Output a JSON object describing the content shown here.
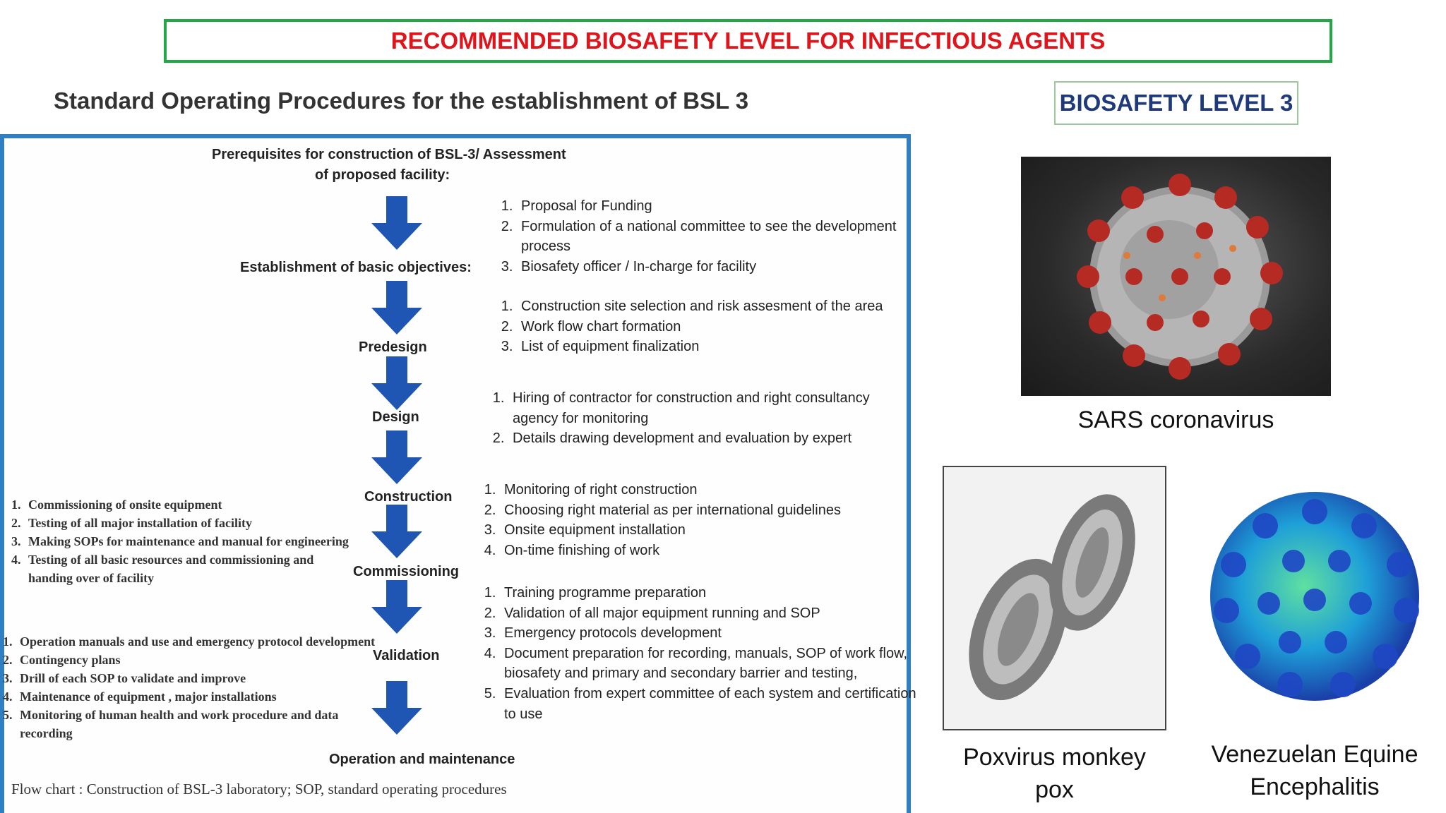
{
  "header": {
    "title": "RECOMMENDED BIOSAFETY LEVEL FOR INFECTIOUS AGENTS",
    "subtitle": "Standard Operating Procedures for the establishment of BSL 3",
    "level_badge": "BIOSAFETY LEVEL 3"
  },
  "flowchart": {
    "top_title_line1": "Prerequisites for construction of BSL-3/ Assessment",
    "top_title_line2": "of proposed facility:",
    "stages": [
      "Establishment of basic objectives:",
      "Predesign",
      "Design",
      "Construction",
      "Commissioning",
      "Validation",
      "Operation and maintenance"
    ],
    "objectives_list": [
      "Proposal for Funding",
      "Formulation of a national committee to see the development process",
      "Biosafety officer / In-charge for facility"
    ],
    "predesign_list": [
      "Construction site selection and risk assesment of the area",
      "Work flow chart formation",
      "List of equipment finalization"
    ],
    "design_list": [
      "Hiring of contractor for construction and right consultancy agency for monitoring",
      "Details drawing development and evaluation by expert"
    ],
    "construction_list": [
      "Monitoring of right construction",
      "Choosing right material as per international guidelines",
      "Onsite equipment installation",
      "On-time finishing of work"
    ],
    "commissioning_list": [
      "Commissioning of onsite equipment",
      "Testing of all major installation of facility",
      "Making SOPs for maintenance and manual for engineering",
      "Testing of all basic resources and commissioning and handing over of facility"
    ],
    "validation_list": [
      "Training programme preparation",
      "Validation of all major equipment running and SOP",
      "Emergency protocols development",
      "Document preparation for recording, manuals, SOP of work flow, biosafety and primary and secondary barrier and testing,",
      "Evaluation from expert committee of each system and certification to use"
    ],
    "operation_list": [
      "Operation manuals and use and emergency protocol development",
      "Contingency plans",
      "Drill of each SOP to validate and improve",
      "Maintenance of equipment , major installations",
      "Monitoring of human health and work procedure and data recording"
    ],
    "caption": "Flow chart : Construction of BSL-3 laboratory; SOP, standard operating procedures",
    "arrow_color": "#1f55b3"
  },
  "images": {
    "sars_label": "SARS coronavirus",
    "pox_label_line1": "Poxvirus monkey",
    "pox_label_line2": "pox",
    "vee_label_line1": "Venezuelan Equine",
    "vee_label_line2": "Encephalitis"
  }
}
